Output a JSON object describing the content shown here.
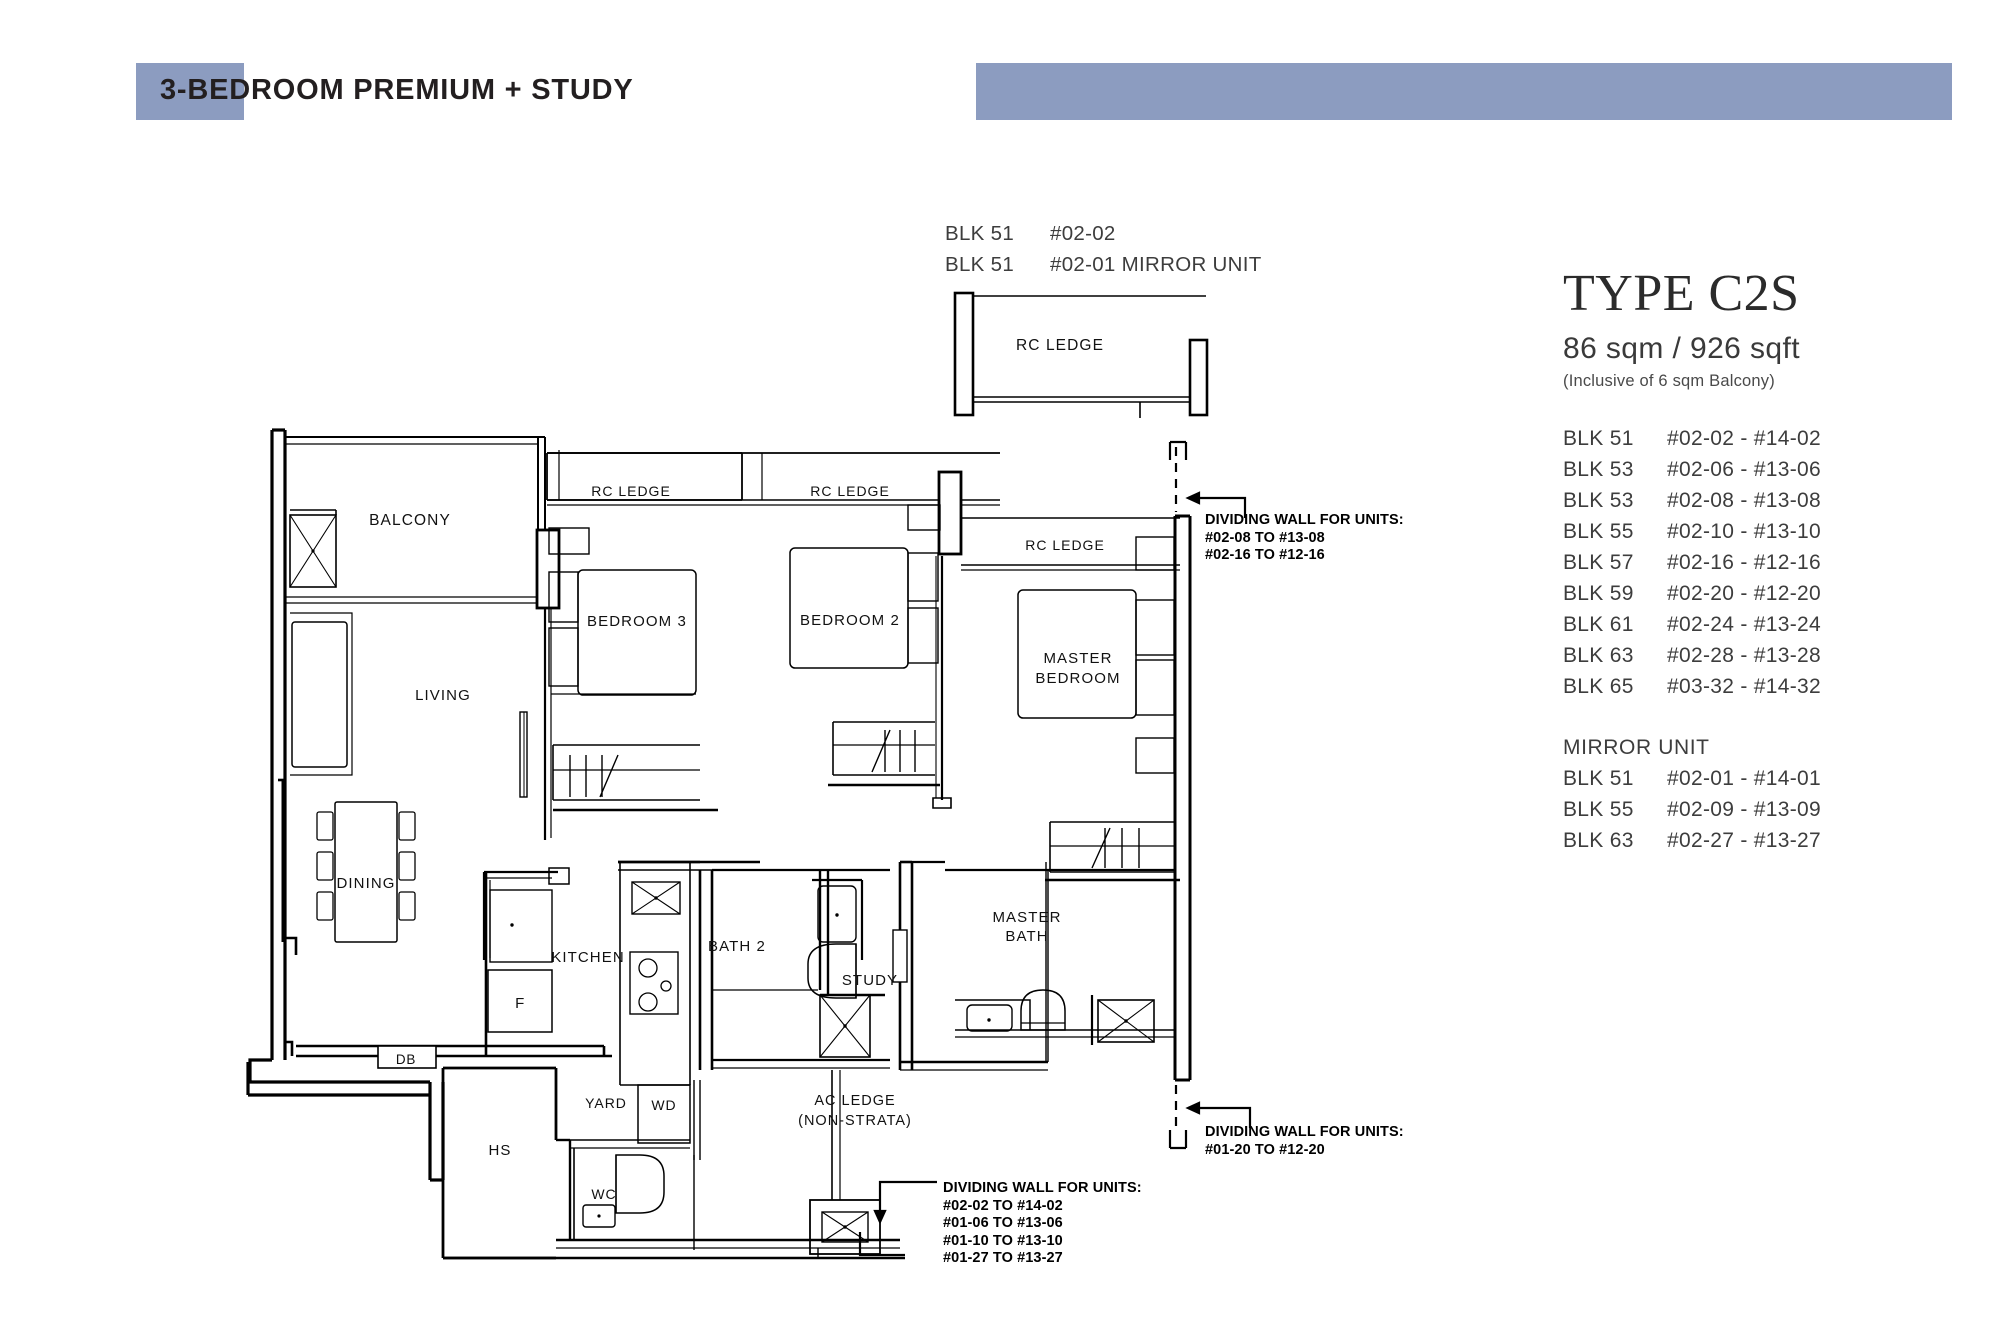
{
  "header": {
    "title": "3-BEDROOM PREMIUM + STUDY",
    "band_color": "#8c9cc0"
  },
  "plan_caption": {
    "rows": [
      {
        "blk": "BLK 51",
        "unit": "#02-02"
      },
      {
        "blk": "BLK 51",
        "unit": "#02-01 MIRROR UNIT"
      }
    ]
  },
  "info": {
    "type_title": "TYPE C2S",
    "area": "86 sqm / 926 sqft",
    "note": "(Inclusive of 6 sqm Balcony)",
    "units": [
      {
        "blk": "BLK 51",
        "range": "#02-02 - #14-02"
      },
      {
        "blk": "BLK 53",
        "range": "#02-06 - #13-06"
      },
      {
        "blk": "BLK 53",
        "range": "#02-08 - #13-08"
      },
      {
        "blk": "BLK 55",
        "range": "#02-10 - #13-10"
      },
      {
        "blk": "BLK 57",
        "range": "#02-16 - #12-16"
      },
      {
        "blk": "BLK 59",
        "range": "#02-20 - #12-20"
      },
      {
        "blk": "BLK 61",
        "range": "#02-24 - #13-24"
      },
      {
        "blk": "BLK 63",
        "range": "#02-28 - #13-28"
      },
      {
        "blk": "BLK 65",
        "range": "#03-32 - #14-32"
      }
    ],
    "mirror_heading": "MIRROR UNIT",
    "mirror_units": [
      {
        "blk": "BLK 51",
        "range": "#02-01 - #14-01"
      },
      {
        "blk": "BLK 55",
        "range": "#02-09 - #13-09"
      },
      {
        "blk": "BLK 63",
        "range": "#02-27 - #13-27"
      }
    ]
  },
  "room_labels": {
    "rc_ledge_top": "RC LEDGE",
    "balcony": "BALCONY",
    "rc_ledge_a": "RC LEDGE",
    "rc_ledge_b": "RC LEDGE",
    "rc_ledge_c": "RC LEDGE",
    "bedroom3": "BEDROOM 3",
    "bedroom2": "BEDROOM 2",
    "master_bedroom_l1": "MASTER",
    "master_bedroom_l2": "BEDROOM",
    "living": "LIVING",
    "dining": "DINING",
    "kitchen": "KITCHEN",
    "fridge": "F",
    "bath2": "BATH 2",
    "study": "STUDY",
    "master_bath_l1": "MASTER",
    "master_bath_l2": "BATH",
    "db": "DB",
    "hs": "HS",
    "yard": "YARD",
    "wd": "WD",
    "wc": "WC",
    "ac_ledge_l1": "AC LEDGE",
    "ac_ledge_l2": "(NON-STRATA)"
  },
  "callouts": {
    "top": {
      "title": "DIVIDING WALL FOR UNITS:",
      "lines": [
        "#02-08 TO #13-08",
        "#02-16 TO #12-16"
      ]
    },
    "right": {
      "title": "DIVIDING WALL FOR UNITS:",
      "lines": [
        "#01-20 TO #12-20"
      ]
    },
    "bottom": {
      "title": "DIVIDING WALL FOR UNITS:",
      "lines": [
        "#02-02 TO #14-02",
        "#01-06 TO #13-06",
        "#01-10 TO #13-10",
        "#01-27 TO #13-27"
      ]
    }
  }
}
